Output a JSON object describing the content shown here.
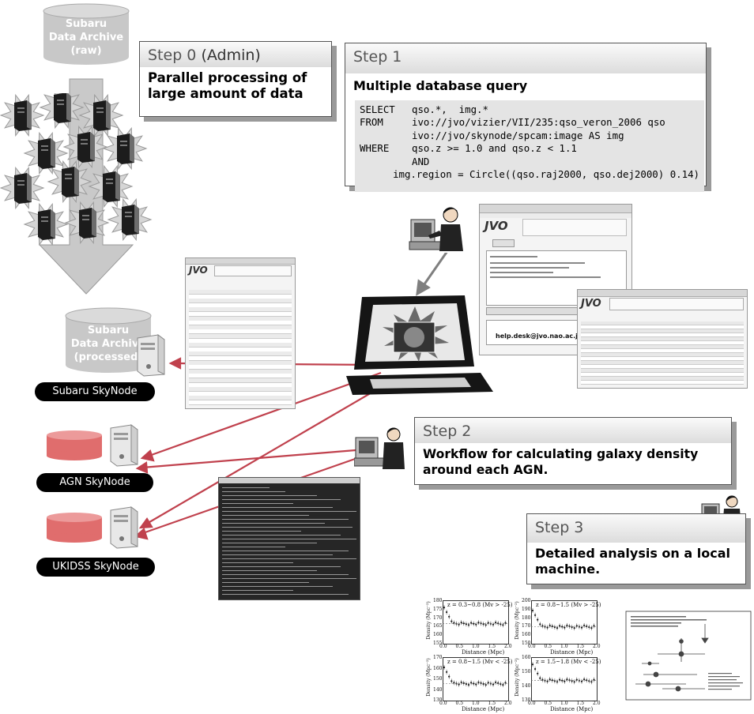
{
  "archive_raw": {
    "line1": "Subaru",
    "line2": "Data Archive",
    "line3": "(raw)"
  },
  "archive_processed": {
    "line1": "Subaru",
    "line2": "Data Archive",
    "line3": "(processed)"
  },
  "skynodes": {
    "subaru": "Subaru SkyNode",
    "agn": "AGN SkyNode",
    "ukidss": "UKIDSS SkyNode"
  },
  "step0": {
    "title": "Step 0",
    "admin": "(Admin)",
    "line1": "Parallel processing of",
    "line2": "large amount of data"
  },
  "step1": {
    "title": "Step 1",
    "subtitle": "Multiple database query",
    "sql": [
      {
        "kw": "SELECT",
        "text": "qso.*,  img.*"
      },
      {
        "kw": "FROM",
        "text": "ivo://jvo/vizier/VII/235:qso_veron_2006 qso"
      },
      {
        "kw": "",
        "text": "ivo://jvo/skynode/spcam:image AS img"
      },
      {
        "kw": "WHERE",
        "text": "qso.z >= 1.0 and qso.z < 1.1"
      },
      {
        "kw": "",
        "text": "AND"
      },
      {
        "kw": "",
        "text": "img.region = Circle((qso.raj2000, qso.dej2000) 0.14)"
      }
    ]
  },
  "step2": {
    "title": "Step 2",
    "line1": "Workflow for calculating galaxy density",
    "line2": "around each AGN."
  },
  "step3": {
    "title": "Step 3",
    "line1": "Detailed analysis on a local",
    "line2": "machine."
  },
  "screenshots": {
    "jvo_logo": "JVO",
    "help_email": "help.desk@jvo.nao.ac.jp"
  },
  "plots": {
    "panels": [
      {
        "label": "z = 0.3~0.8 (Mv > -25)",
        "ylabel": "Density (Mpc⁻²)",
        "xlabel": "Distance (Mpc)",
        "yticks": [
          "180",
          "175",
          "170",
          "165",
          "160",
          "155"
        ],
        "xticks": [
          "0.0",
          "0.5",
          "1.0",
          "1.5",
          "2.0"
        ]
      },
      {
        "label": "z = 0.8~1.5 (Mv > -25)",
        "ylabel": "Density (Mpc⁻²)",
        "xlabel": "Distance (Mpc)",
        "yticks": [
          "200",
          "190",
          "180",
          "170",
          "160",
          "150"
        ],
        "xticks": [
          "0.0",
          "0.5",
          "1.0",
          "1.5",
          "2.0"
        ]
      },
      {
        "label": "z = 0.8~1.5 (Mv < -25)",
        "ylabel": "Density (Mpc⁻²)",
        "xlabel": "Distance (Mpc)",
        "yticks": [
          "170",
          "160",
          "150",
          "140",
          "130"
        ],
        "xticks": [
          "0.0",
          "0.5",
          "1.0",
          "1.5",
          "2.0"
        ]
      },
      {
        "label": "z = 1.5~1.8 (Mv < -25)",
        "ylabel": "Density (Mpc⁻²)",
        "xlabel": "Distance (Mpc)",
        "yticks": [
          "160",
          "150",
          "140",
          "130"
        ],
        "xticks": [
          "0.0",
          "0.5",
          "1.0",
          "1.5",
          "2.0"
        ]
      }
    ]
  },
  "colors": {
    "cylinder_gray": "#c8c8c8",
    "cylinder_red": "#e06d6d",
    "arrow": "#c0414d",
    "server": "#e2e2e2"
  }
}
